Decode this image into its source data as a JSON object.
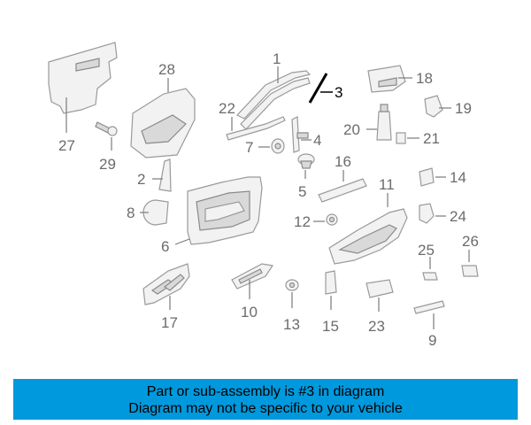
{
  "callouts": {
    "c1": "1",
    "c2": "2",
    "c3": "3",
    "c4": "4",
    "c5": "5",
    "c6": "6",
    "c7": "7",
    "c8": "8",
    "c9": "9",
    "c10": "10",
    "c11": "11",
    "c12": "12",
    "c13": "13",
    "c14": "14",
    "c15": "15",
    "c16": "16",
    "c17": "17",
    "c18": "18",
    "c19": "19",
    "c20": "20",
    "c21": "21",
    "c22": "22",
    "c23": "23",
    "c24": "24",
    "c25": "25",
    "c26": "26",
    "c27": "27",
    "c28": "28",
    "c29": "29"
  },
  "highlighted_callout": "3",
  "colors": {
    "caption_bg": "#0099dd",
    "highlight": "#000000",
    "part_stroke": "#9a9a9a"
  },
  "caption": {
    "line1": "Part or sub-assembly is #3 in diagram",
    "line2": "Diagram may not be specific to your vehicle"
  }
}
